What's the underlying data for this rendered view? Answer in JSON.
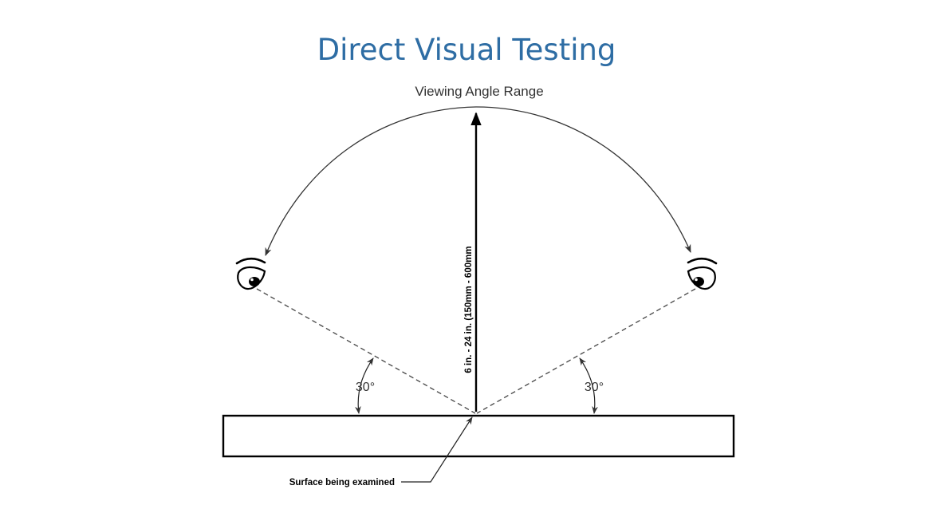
{
  "slide": {
    "title": "Direct Visual Testing"
  },
  "diagram": {
    "arc_label": "Viewing Angle Range",
    "distance_label": "6 in. - 24 in. (150mm - 600mm",
    "left_angle_label": "30°",
    "right_angle_label": "30°",
    "surface_label": "Surface being examined",
    "icons": {
      "left_eye": "eye-icon",
      "right_eye": "eye-icon"
    }
  },
  "colors": {
    "title": "#2e6da4",
    "line": "#000000",
    "arc": "#333333",
    "dashed": "#444444",
    "label": "#333333"
  }
}
